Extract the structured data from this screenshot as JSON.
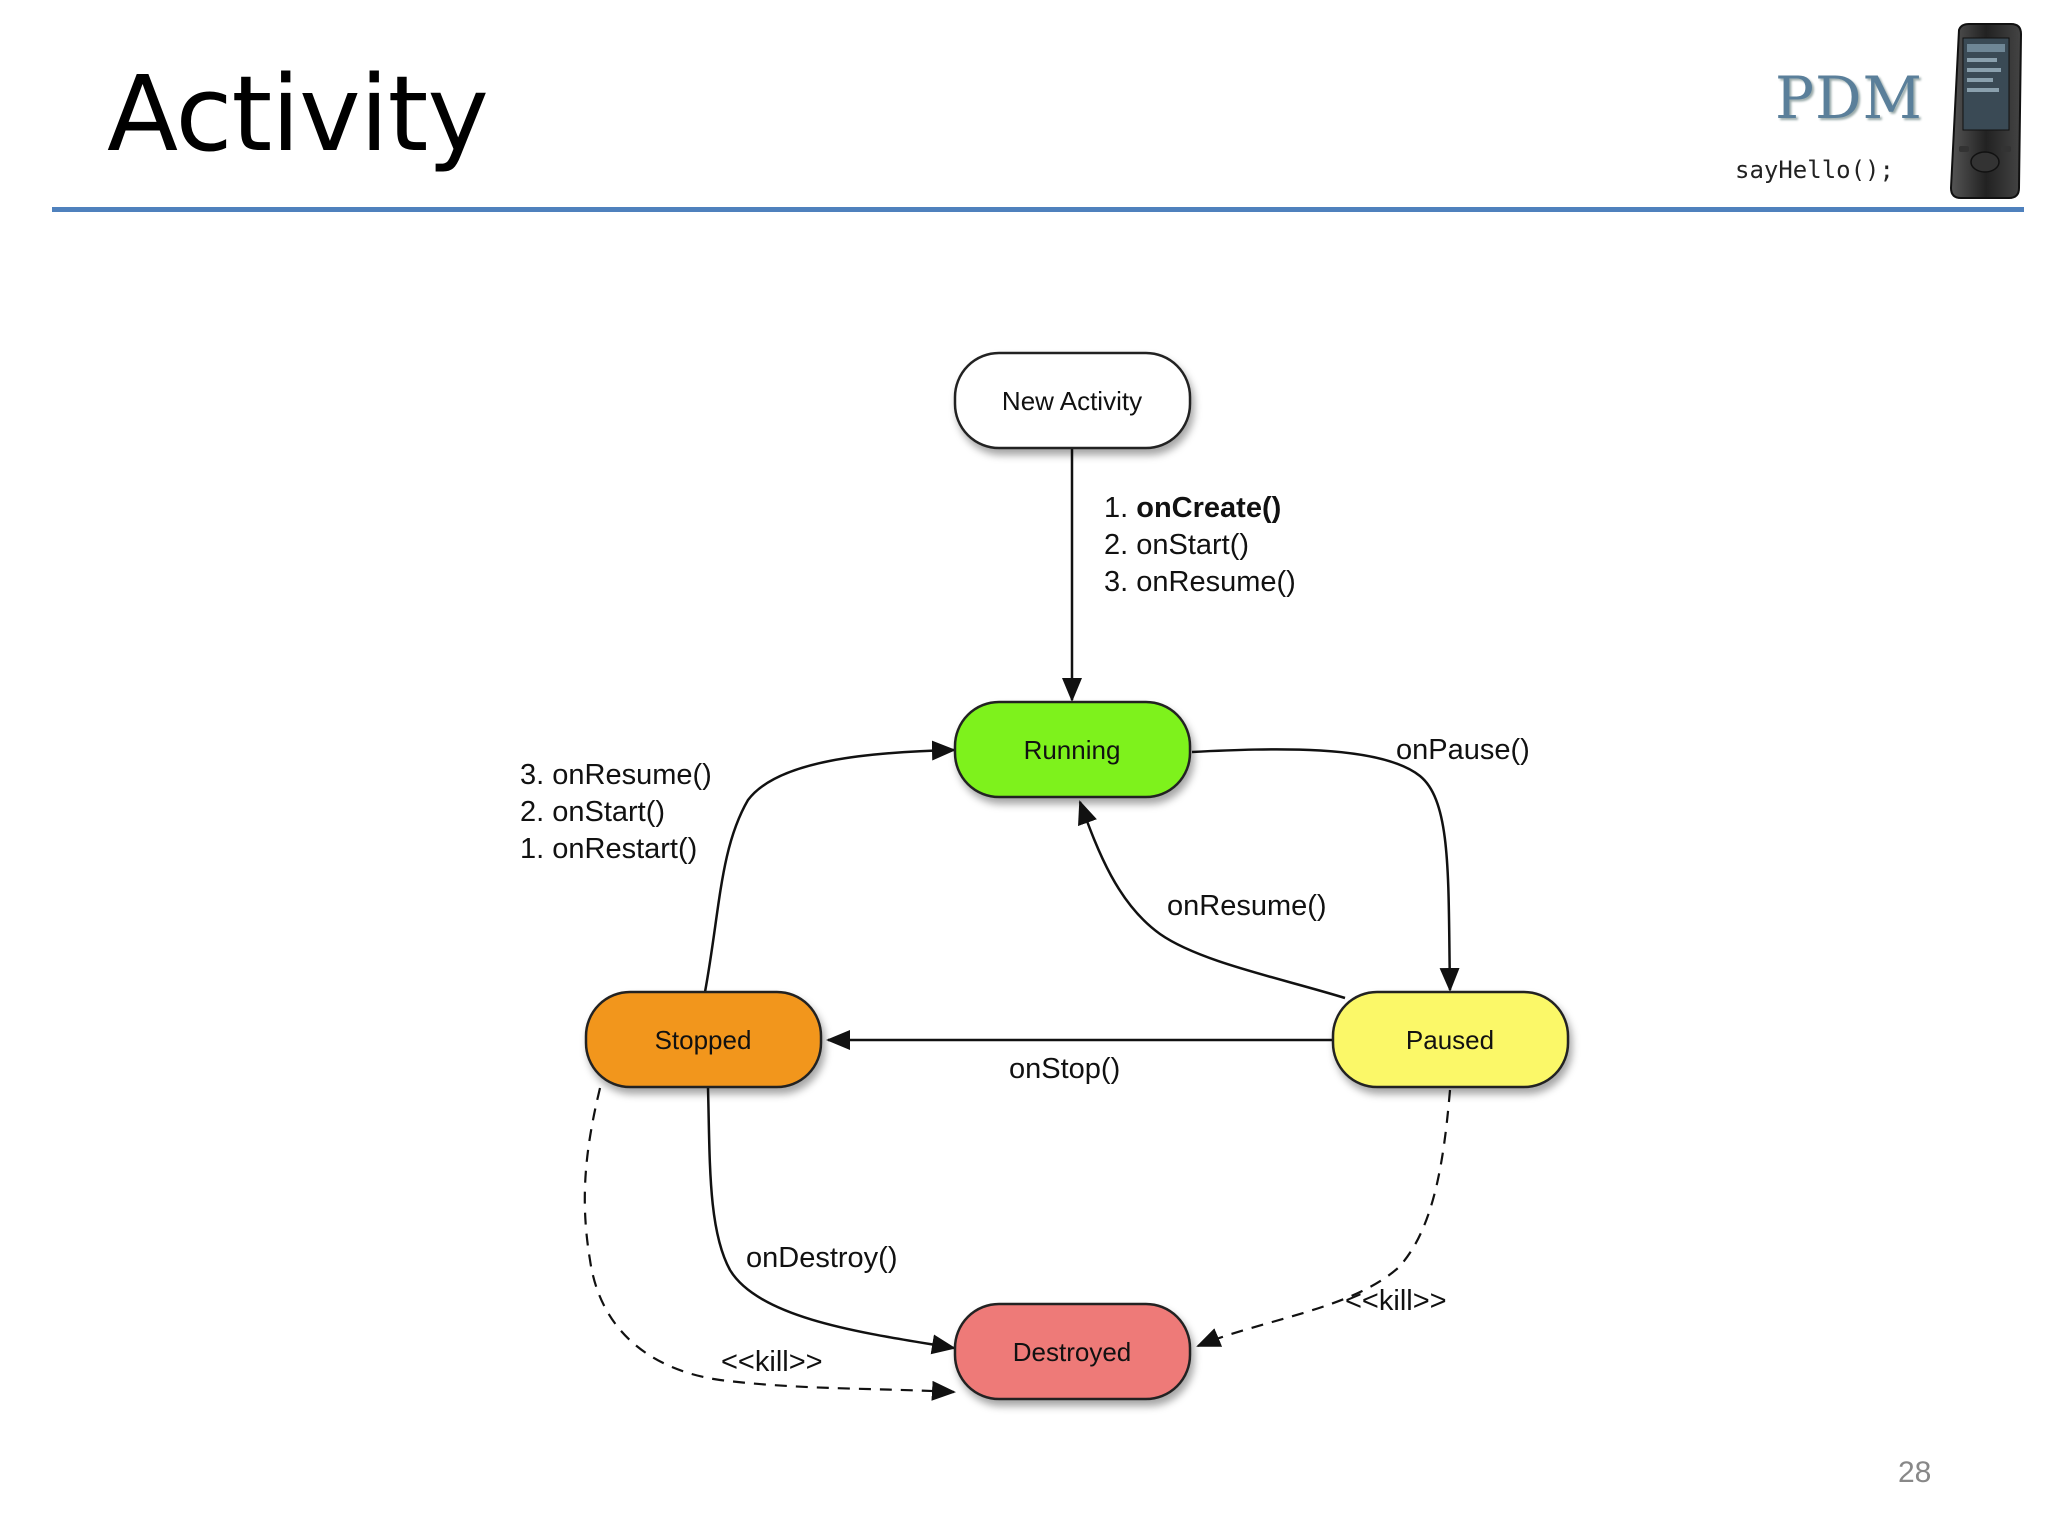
{
  "slide": {
    "title": "Activity",
    "page_number": "28",
    "accent_color": "#4f81bd"
  },
  "logo": {
    "brand": "PDM",
    "tagline": "sayHello();",
    "icon": "phone-icon"
  },
  "diagram": {
    "nodes": {
      "new_activity": {
        "label": "New Activity",
        "color": "#ffffff"
      },
      "running": {
        "label": "Running",
        "color": "#7ef21c"
      },
      "paused": {
        "label": "Paused",
        "color": "#fbf868"
      },
      "stopped": {
        "label": "Stopped",
        "color": "#f2961f"
      },
      "destroyed": {
        "label": "Destroyed",
        "color": "#ee7a78"
      }
    },
    "edges": {
      "create": {
        "prefix1": "1. ",
        "step1": "onCreate()",
        "line2": "2. onStart()",
        "line3": "3. onResume()"
      },
      "restart": {
        "line1": "3. onResume()",
        "line2": "2. onStart()",
        "line3": "1. onRestart()"
      },
      "pause": {
        "label": "onPause()"
      },
      "resume": {
        "label": "onResume()"
      },
      "stop": {
        "label": "onStop()"
      },
      "destroy": {
        "label": "onDestroy()"
      },
      "kill_paused": {
        "label": "<<kill>>"
      },
      "kill_stopped": {
        "label": "<<kill>>"
      }
    }
  }
}
